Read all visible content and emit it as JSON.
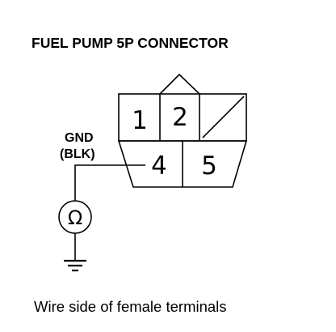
{
  "title": "FUEL PUMP 5P CONNECTOR",
  "connector": {
    "pins": [
      {
        "number": "1"
      },
      {
        "number": "2"
      },
      {
        "number": "4"
      },
      {
        "number": "5"
      }
    ],
    "unused_cavity": "slashed"
  },
  "ground_wire": {
    "label": "GND",
    "color_code": "(BLK)"
  },
  "meter": {
    "symbol": "Ω",
    "icon": "ohmmeter-icon"
  },
  "ground_symbol": "ground-icon",
  "caption": "Wire side of female terminals",
  "colors": {
    "line": "#000000",
    "background": "#ffffff"
  }
}
